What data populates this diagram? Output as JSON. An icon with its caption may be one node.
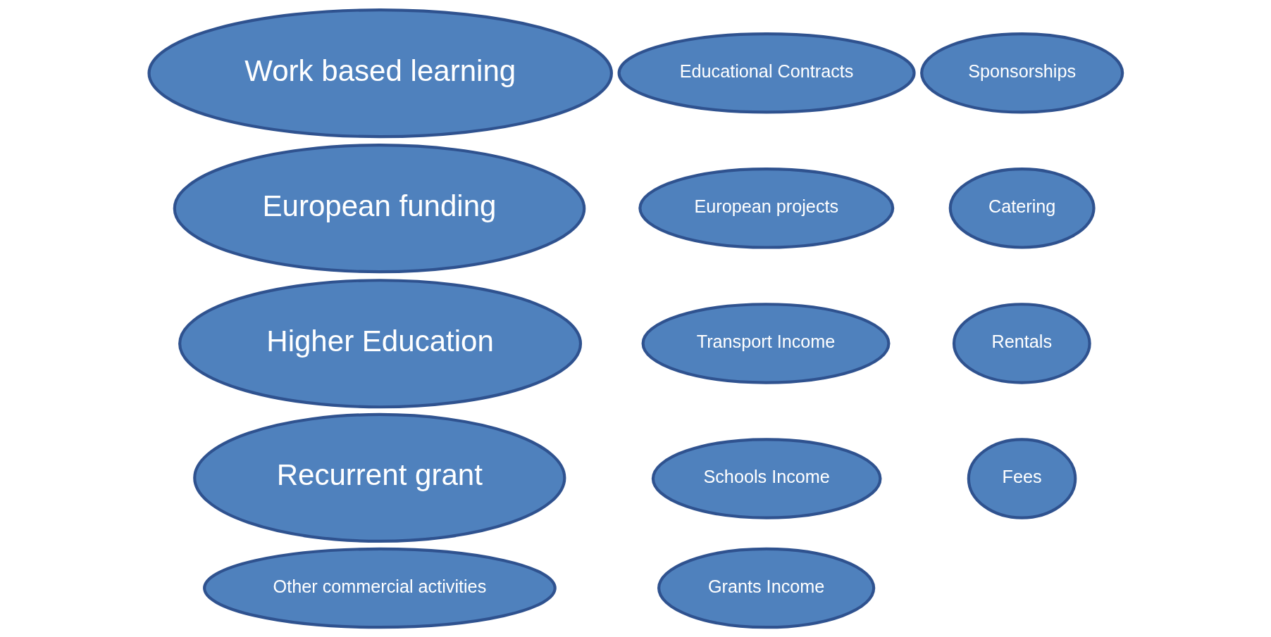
{
  "diagram": {
    "nodes": [
      {
        "text": [
          "Catering"
        ]
      },
      {
        "text": [
          "Rentals"
        ]
      },
      {
        "text": [
          "Recurrent grant"
        ]
      },
      {
        "text": [
          "Fees"
        ]
      },
      {
        "text": [
          "Sponsorships"
        ]
      },
      {
        "text": [
          "Work based learning"
        ]
      },
      {
        "text": [
          "Transport Income"
        ]
      },
      {
        "text": [
          "Grants Income"
        ]
      },
      {
        "text": [
          "Higher Education"
        ]
      },
      {
        "text": [
          "European projects"
        ]
      },
      {
        "text": [
          "Schools Income"
        ]
      },
      {
        "text": [
          "European funding"
        ]
      },
      {
        "text": [
          "Educational Contracts"
        ]
      },
      {
        "text": [
          "Other commercial activities"
        ]
      }
    ]
  }
}
